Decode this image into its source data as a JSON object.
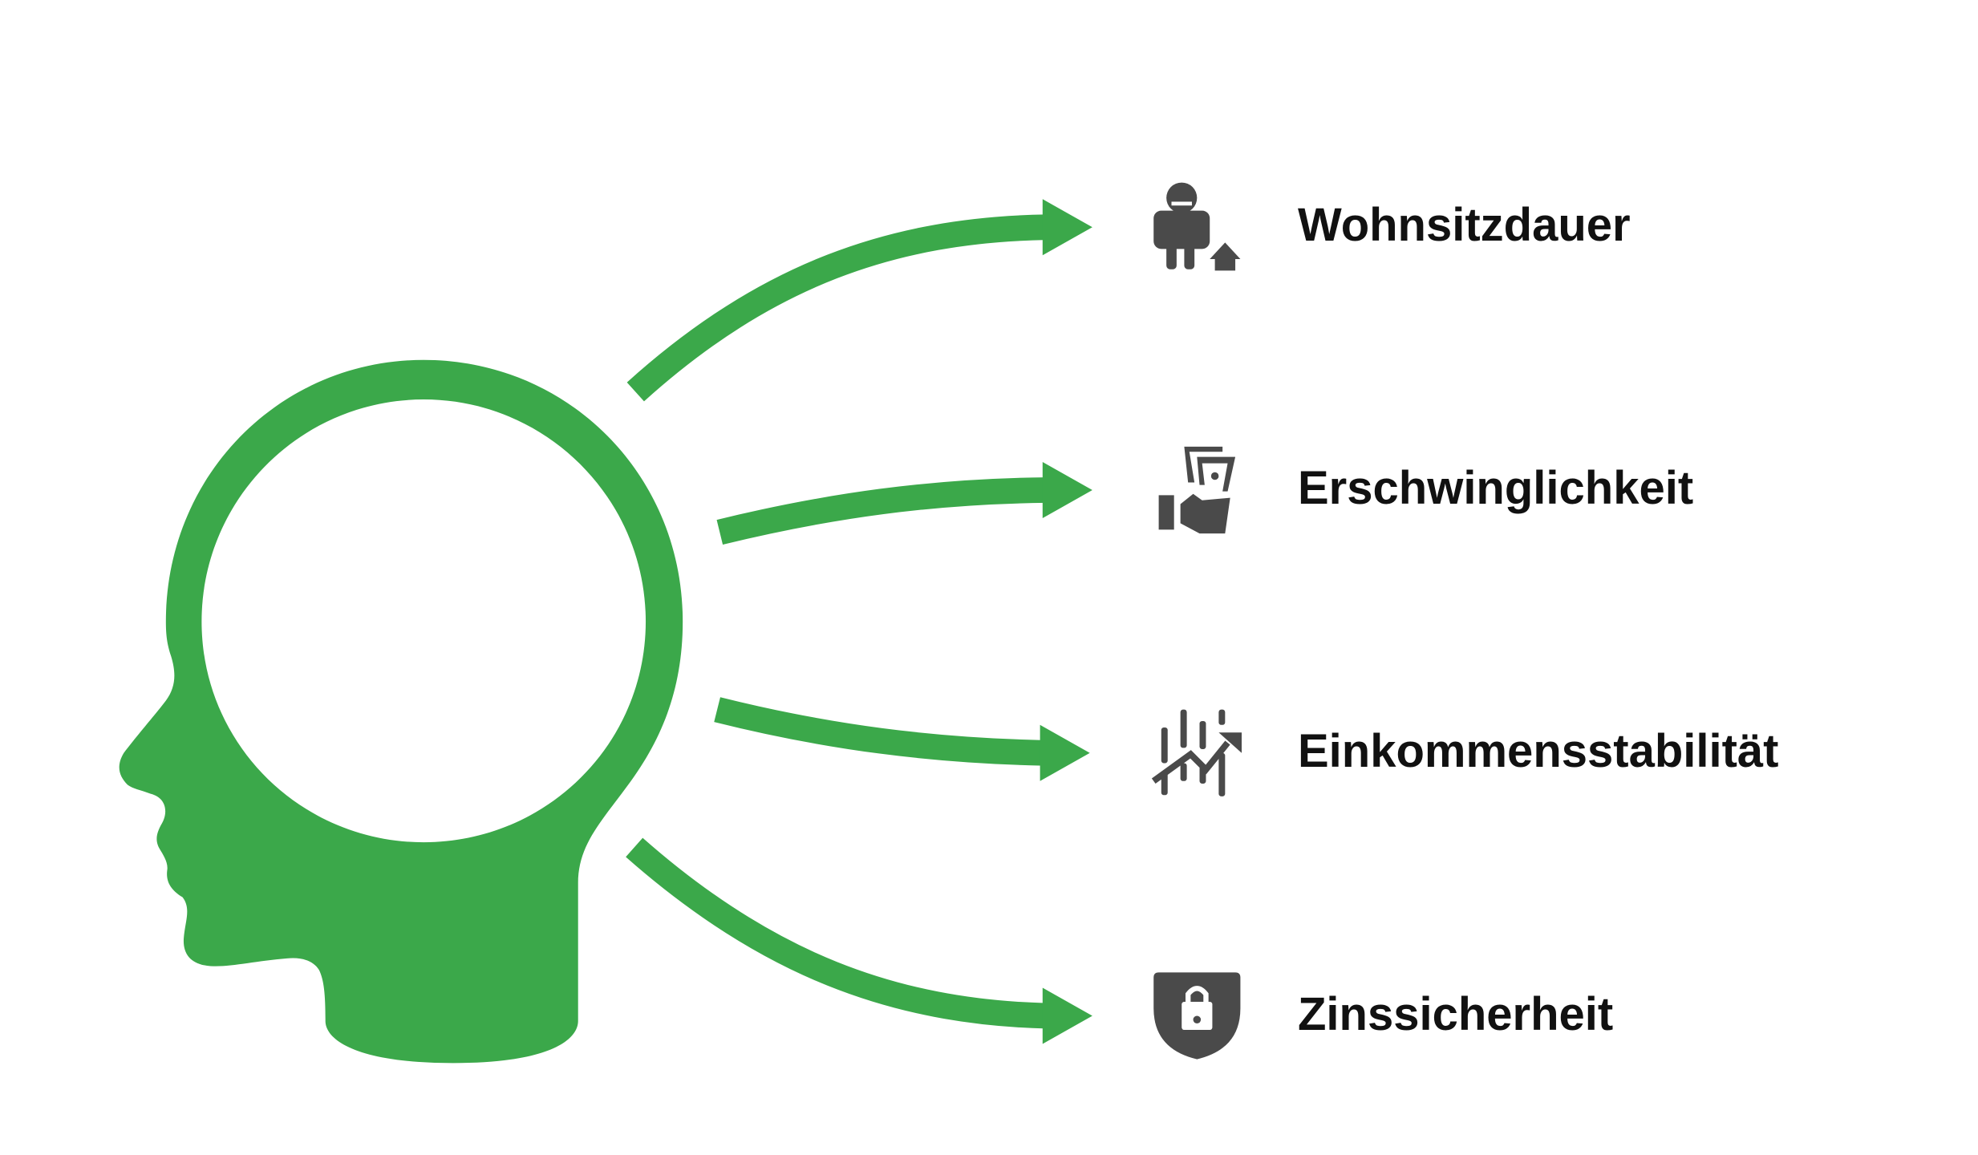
{
  "colors": {
    "accent": "#3BA84A",
    "icon": "#4A4A4A",
    "text": "#111111"
  },
  "items": [
    {
      "label": "Wohnsitzdauer",
      "icon": "person-home-icon"
    },
    {
      "label": "Erschwinglichkeit",
      "icon": "hand-money-icon"
    },
    {
      "label": "Einkommensstabilität",
      "icon": "trend-chart-icon"
    },
    {
      "label": "Zinssicherheit",
      "icon": "shield-lock-icon"
    }
  ]
}
